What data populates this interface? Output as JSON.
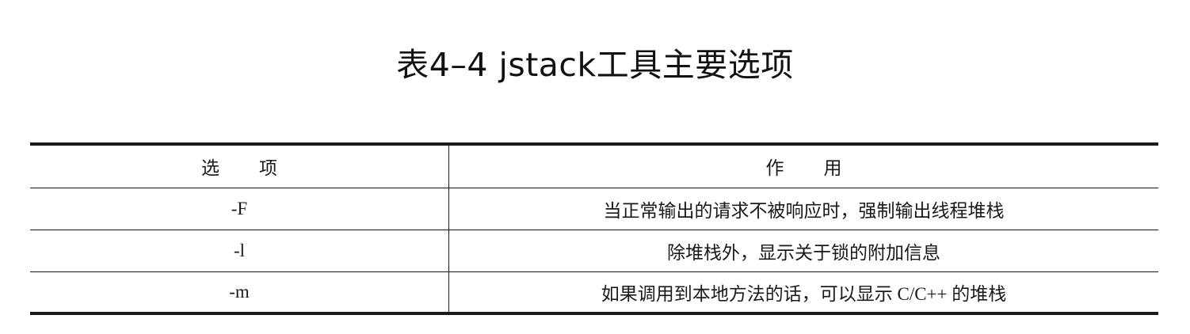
{
  "caption": "表4–4 jstack工具主要选项",
  "table": {
    "headers": {
      "option": "选项",
      "effect": "作用"
    },
    "rows": [
      {
        "option": "-F",
        "effect": "当正常输出的请求不被响应时，强制输出线程堆栈"
      },
      {
        "option": "-l",
        "effect": "除堆栈外，显示关于锁的附加信息"
      },
      {
        "option": "-m",
        "effect": "如果调用到本地方法的话，可以显示 C/C++ 的堆栈"
      }
    ]
  }
}
